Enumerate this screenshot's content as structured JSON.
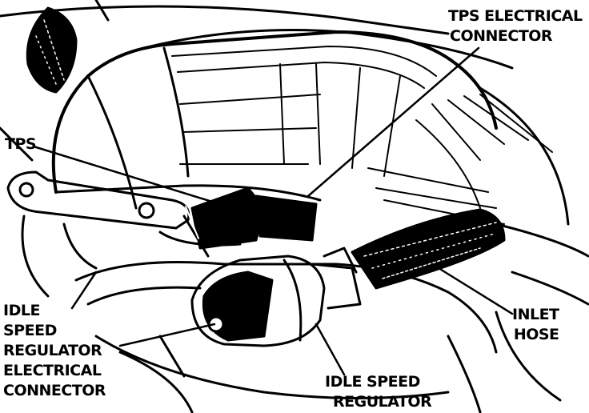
{
  "labels": {
    "tps_connector": [
      "TPS ELECTRICAL",
      "CONNECTOR"
    ],
    "tps": "TPS",
    "inlet_hose": [
      "INLET",
      "HOSE"
    ],
    "isr_connector": [
      "IDLE",
      "SPEED",
      "REGULATOR",
      "ELECTRICAL",
      "CONNECTOR"
    ],
    "isr": [
      "IDLE SPEED",
      "REGULATOR"
    ]
  },
  "colors": {
    "ink": "#000000",
    "paper": "#ffffff"
  }
}
